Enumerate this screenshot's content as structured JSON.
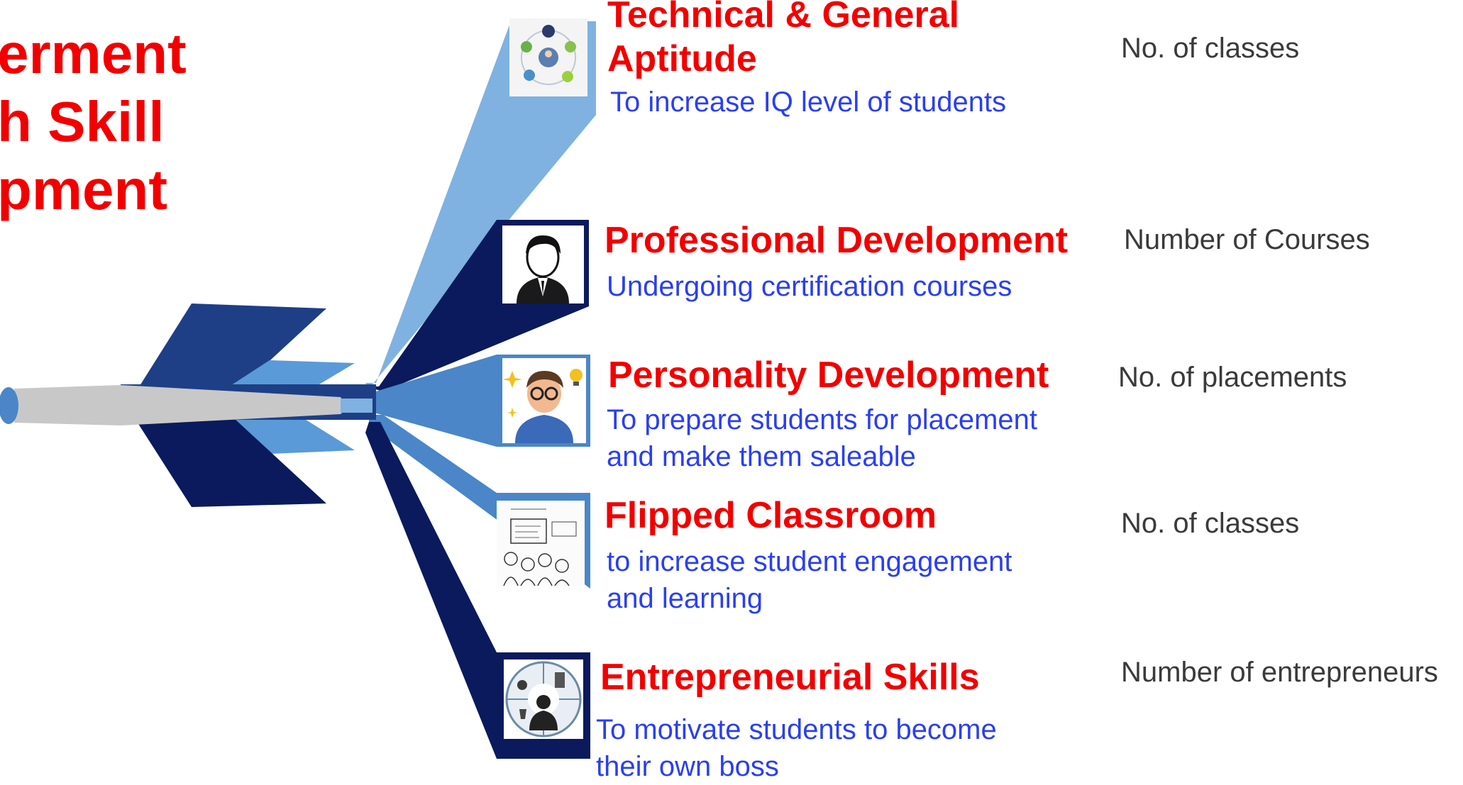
{
  "title": {
    "lines": [
      "erment",
      "h Skill",
      "pment"
    ]
  },
  "top_clipped_heading": "",
  "colors": {
    "title_red": "#f20000",
    "desc_blue": "#2a3ff0",
    "navy": "#0a1a5c",
    "light_blue": "#7fb2e0",
    "mid_blue": "#4a86c8",
    "metric_gray": "#3a3a3a"
  },
  "items": [
    {
      "title_lines": [
        "Technical & General",
        "Aptitude"
      ],
      "desc_lines": [
        "To increase IQ level of students"
      ],
      "metric": "No. of classes",
      "icon": "aptitude-network-icon"
    },
    {
      "title_lines": [
        "Professional Development"
      ],
      "desc_lines": [
        "Undergoing certification courses"
      ],
      "metric": "Number of Courses",
      "icon": "professional-man-icon"
    },
    {
      "title_lines": [
        "Personality Development"
      ],
      "desc_lines": [
        "To prepare students for placement",
        "and make them saleable"
      ],
      "metric": "No. of placements",
      "icon": "smart-student-icon"
    },
    {
      "title_lines": [
        "Flipped Classroom"
      ],
      "desc_lines": [
        "to increase student engagement",
        "and learning"
      ],
      "metric": "No. of classes",
      "icon": "flipped-classroom-sketch-icon"
    },
    {
      "title_lines": [
        "Entrepreneurial Skills"
      ],
      "desc_lines": [
        "To motivate students to become",
        "their own boss"
      ],
      "metric": "Number of entrepreneurs",
      "icon": "entrepreneur-circle-icon"
    }
  ]
}
